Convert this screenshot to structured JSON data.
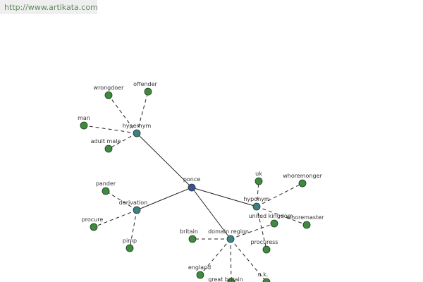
{
  "banner": {
    "url": "http://www.artikata.com"
  },
  "colors": {
    "center": "#3d4f9c",
    "relation": "#3f7f86",
    "term": "#3f8a3f",
    "edge": "#222222"
  },
  "graph": {
    "nodes": [
      {
        "id": "ponce",
        "label": "ponce",
        "kind": "center"
      },
      {
        "id": "hypernym",
        "label": "hypernym",
        "kind": "relation"
      },
      {
        "id": "derivation",
        "label": "derivation",
        "kind": "relation"
      },
      {
        "id": "hyponym",
        "label": "hyponym",
        "kind": "relation"
      },
      {
        "id": "domain-region",
        "label": "domain region",
        "kind": "relation"
      },
      {
        "id": "wrongdoer",
        "label": "wrongdoer",
        "kind": "term"
      },
      {
        "id": "offender",
        "label": "offender",
        "kind": "term"
      },
      {
        "id": "man",
        "label": "man",
        "kind": "term"
      },
      {
        "id": "adult-male",
        "label": "adult male",
        "kind": "term"
      },
      {
        "id": "pander",
        "label": "pander",
        "kind": "term"
      },
      {
        "id": "procure",
        "label": "procure",
        "kind": "term"
      },
      {
        "id": "pimp",
        "label": "pimp",
        "kind": "term"
      },
      {
        "id": "uk-1",
        "label": "uk",
        "kind": "term"
      },
      {
        "id": "whoremonger",
        "label": "whoremonger",
        "kind": "term"
      },
      {
        "id": "united-kingdom",
        "label": "united kingdom",
        "kind": "term"
      },
      {
        "id": "whoremaster",
        "label": "whoremaster",
        "kind": "term"
      },
      {
        "id": "britain",
        "label": "britain",
        "kind": "term"
      },
      {
        "id": "procuress",
        "label": "procuress",
        "kind": "term"
      },
      {
        "id": "england",
        "label": "england",
        "kind": "term"
      },
      {
        "id": "great-britain",
        "label": "great britain",
        "kind": "term"
      },
      {
        "id": "u-k",
        "label": "u.k.",
        "kind": "term"
      }
    ],
    "edges": [
      {
        "from": "ponce",
        "to": "hypernym",
        "style": "solid"
      },
      {
        "from": "ponce",
        "to": "derivation",
        "style": "solid"
      },
      {
        "from": "ponce",
        "to": "hyponym",
        "style": "solid"
      },
      {
        "from": "ponce",
        "to": "domain-region",
        "style": "solid"
      },
      {
        "from": "hypernym",
        "to": "wrongdoer",
        "style": "dashed"
      },
      {
        "from": "hypernym",
        "to": "offender",
        "style": "dashed"
      },
      {
        "from": "hypernym",
        "to": "man",
        "style": "dashed"
      },
      {
        "from": "hypernym",
        "to": "adult-male",
        "style": "dashed"
      },
      {
        "from": "derivation",
        "to": "pander",
        "style": "dashed"
      },
      {
        "from": "derivation",
        "to": "procure",
        "style": "dashed"
      },
      {
        "from": "derivation",
        "to": "pimp",
        "style": "dashed"
      },
      {
        "from": "hyponym",
        "to": "uk-1",
        "style": "dashed"
      },
      {
        "from": "hyponym",
        "to": "whoremonger",
        "style": "dashed"
      },
      {
        "from": "hyponym",
        "to": "whoremaster",
        "style": "dashed"
      },
      {
        "from": "hyponym",
        "to": "procuress",
        "style": "dashed"
      },
      {
        "from": "domain-region",
        "to": "united-kingdom",
        "style": "dashed"
      },
      {
        "from": "domain-region",
        "to": "britain",
        "style": "dashed"
      },
      {
        "from": "domain-region",
        "to": "england",
        "style": "dashed"
      },
      {
        "from": "domain-region",
        "to": "great-britain",
        "style": "dashed"
      },
      {
        "from": "domain-region",
        "to": "u-k",
        "style": "dashed"
      }
    ]
  }
}
